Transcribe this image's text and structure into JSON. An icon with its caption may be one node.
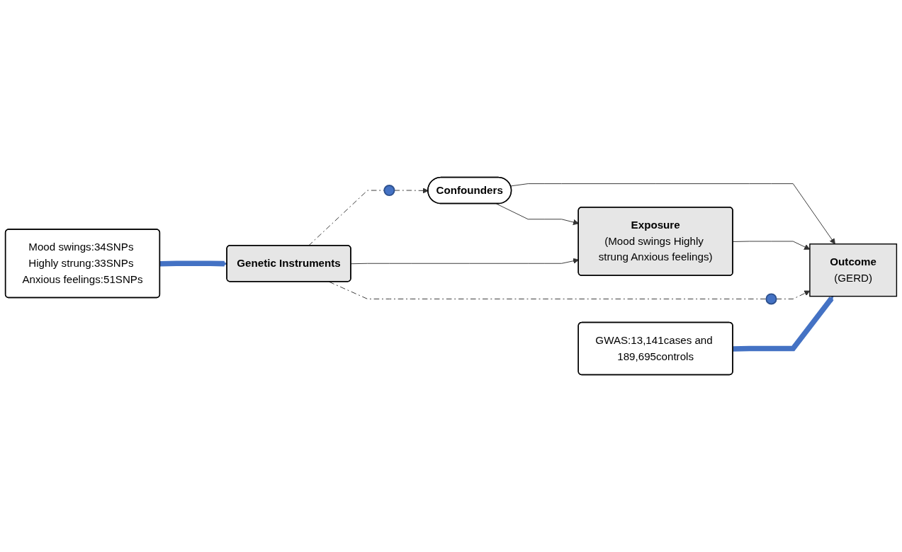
{
  "diagram": {
    "nodes": [
      {
        "text": [
          "Confounders"
        ]
      },
      {
        "text": [
          "Genetic Instruments"
        ]
      },
      {
        "text": [
          "Exposure",
          "(Mood swings Highly strung Anxious feelings)"
        ]
      },
      {
        "text": [
          "Outcome",
          "(GERD)"
        ]
      },
      {
        "text": [
          "Mood swings:34SNPs Highly strung:33SNPs Anxious feelings:51SNPs"
        ]
      },
      {
        "text": [
          "GWAS:13,141cases and 189,695controls"
        ]
      },
      {
        "text": [],
        "shape": "cross"
      },
      {
        "text": [],
        "shape": "cross"
      }
    ],
    "edges": [
      {
        "from": 0,
        "to": 2,
        "arrow": "to"
      },
      {
        "from": 0,
        "to": 3,
        "arrow": "to"
      },
      {
        "from": 1,
        "to": 2,
        "arrow": "to"
      },
      {
        "from": 2,
        "to": 3,
        "arrow": "to"
      },
      {
        "from": 1,
        "to": 6,
        "arrow": "none",
        "style": "dashed"
      },
      {
        "from": 6,
        "to": 0,
        "arrow": "to",
        "style": "dashed"
      },
      {
        "from": 1,
        "to": 7,
        "arrow": "none",
        "style": "dashed"
      },
      {
        "from": 7,
        "to": 3,
        "arrow": "to",
        "style": "dashed"
      },
      {
        "from": 4,
        "to": 1,
        "arrow": "to",
        "style": "thick",
        "color": "#4472c4"
      },
      {
        "from": 5,
        "to": 3,
        "arrow": "to",
        "style": "thick",
        "color": "#4472c4"
      }
    ]
  }
}
